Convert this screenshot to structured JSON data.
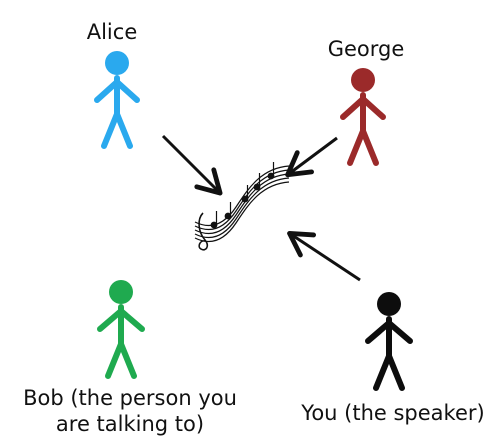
{
  "people": {
    "alice": {
      "name": "Alice",
      "color": "#2aa9ee"
    },
    "george": {
      "name": "George",
      "color": "#9b2a2a"
    },
    "bob": {
      "line1": "Bob (the person you",
      "line2": "are talking to)",
      "color": "#1faa4f"
    },
    "you": {
      "name": "You (the speaker)",
      "color": "#0d0d0d"
    }
  },
  "arrow_color": "#111111",
  "center_icon": "music-notes-staff-icon"
}
